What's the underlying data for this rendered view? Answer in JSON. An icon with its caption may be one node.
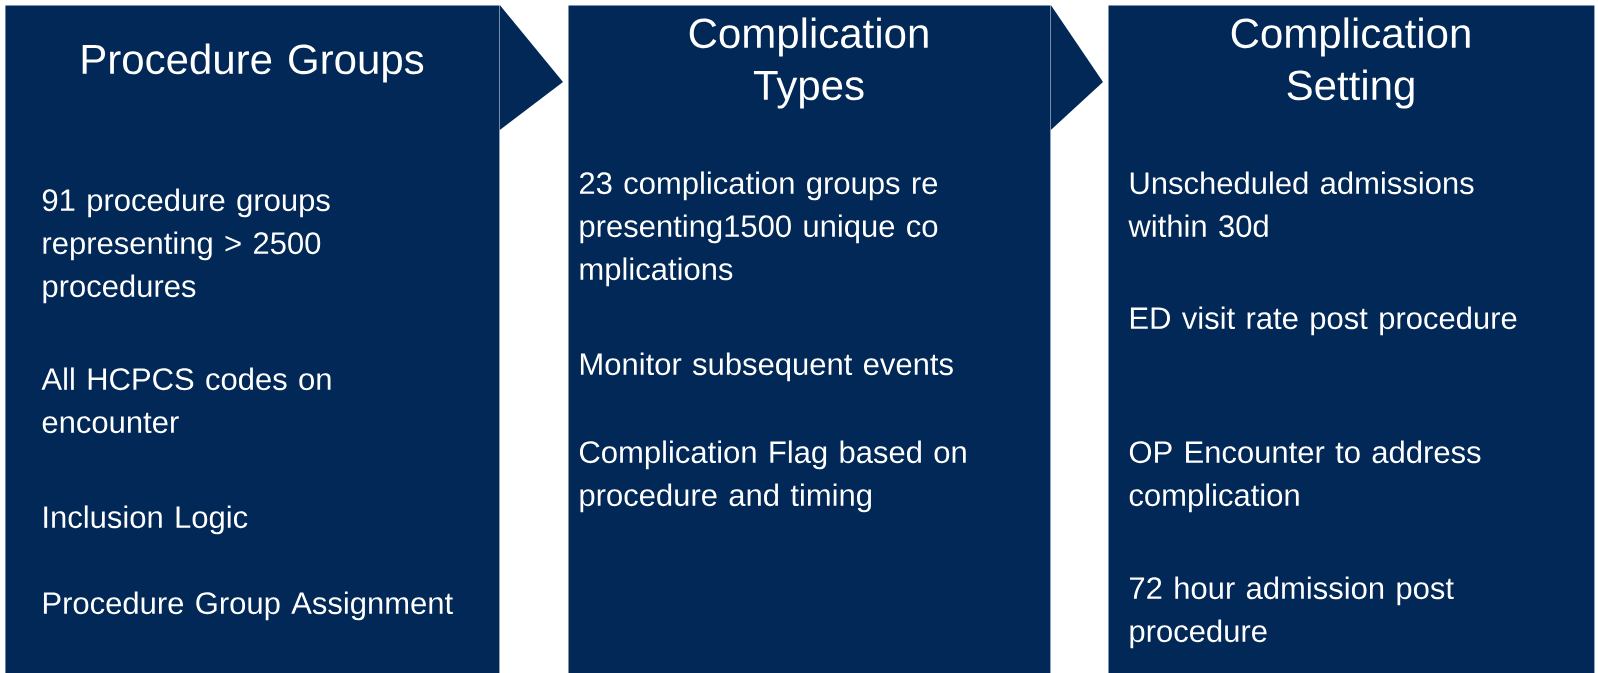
{
  "diagram": {
    "nodes": [
      {
        "text": [
          "Procedure Groups",
          "91 procedure groups representing > 2500 procedures",
          "All HCPCS codes on encounter",
          "Inclusion Logic",
          "Procedure Group Assignment"
        ]
      },
      {
        "text": [
          "Complication Types",
          "23 complication groups re presenting1500 unique co mplications",
          "Monitor subsequent events",
          "Complication Flag based on procedure and timing"
        ]
      },
      {
        "text": [
          "Complication Setting",
          "Unscheduled admissions within 30d",
          "ED visit rate post procedure",
          "OP Encounter to address complication",
          "72 hour admission post procedure"
        ]
      }
    ],
    "edges": [
      {
        "from": 0,
        "to": 1,
        "arrow": "to"
      },
      {
        "from": 1,
        "to": 2,
        "arrow": "to"
      }
    ]
  }
}
